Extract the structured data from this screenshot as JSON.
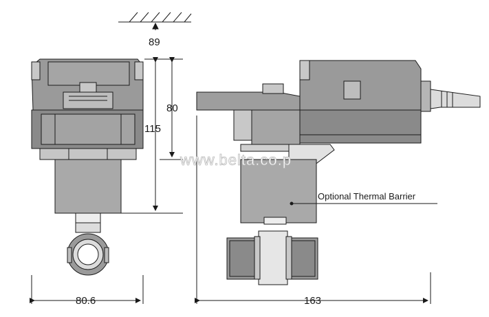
{
  "dimensions": {
    "top_clearance": "89",
    "actuator_height": "80",
    "overall_height": "115",
    "front_width": "80.6",
    "side_length": "163"
  },
  "annotations": {
    "thermal_barrier": "Optional Thermal Barrier"
  },
  "watermark": "www.belta.co.p",
  "colors": {
    "actuator_dark": "#8a8a8a",
    "actuator_mid": "#a9a9a9",
    "actuator_light": "#c8c8c8",
    "valve_light": "#e6e6e6",
    "line": "#1a1a1a"
  }
}
